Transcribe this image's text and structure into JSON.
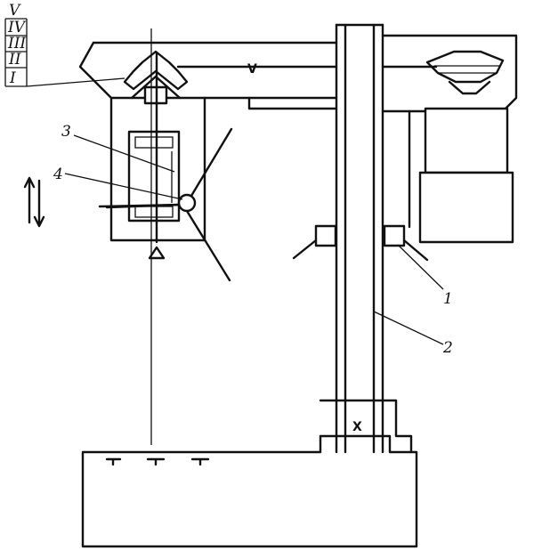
{
  "speed_levels": [
    "V",
    "IV",
    "III",
    "II",
    "I"
  ],
  "arrow_mark": "V",
  "callouts": [
    {
      "id": "1",
      "label": "1"
    },
    {
      "id": "2",
      "label": "2"
    },
    {
      "id": "3",
      "label": "3"
    },
    {
      "id": "4",
      "label": "4"
    }
  ],
  "cross_mark": "X"
}
